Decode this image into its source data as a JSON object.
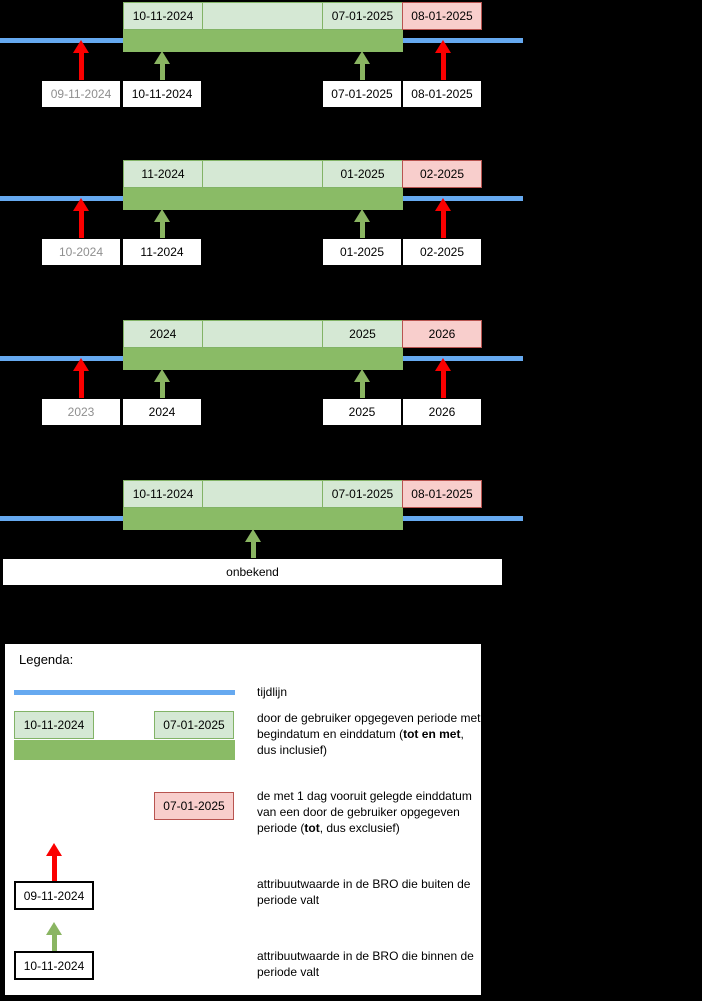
{
  "colors": {
    "background": "#000000",
    "timeline_blue": "#66a9f0",
    "period_box_fill": "#d5e8d4",
    "period_box_stroke": "#82b366",
    "period_bar_green": "#8abb66",
    "next_day_box_fill": "#f8cecc",
    "next_day_box_stroke": "#b85450",
    "arrow_outside_red": "#fb0000",
    "arrow_inside_green": "#8ab562",
    "outside_label_text": "#8f8f8f"
  },
  "diagrams": [
    {
      "period_start": "10-11-2024",
      "period_end": "07-01-2025",
      "period_end_next": "08-01-2025",
      "labels": {
        "before": "09-11-2024",
        "start": "10-11-2024",
        "end": "07-01-2025",
        "after": "08-01-2025"
      }
    },
    {
      "period_start": "11-2024",
      "period_end": "01-2025",
      "period_end_next": "02-2025",
      "labels": {
        "before": "10-2024",
        "start": "11-2024",
        "end": "01-2025",
        "after": "02-2025"
      }
    },
    {
      "period_start": "2024",
      "period_end": "2025",
      "period_end_next": "2026",
      "labels": {
        "before": "2023",
        "start": "2024",
        "end": "2025",
        "after": "2026"
      }
    },
    {
      "period_start": "10-11-2024",
      "period_end": "07-01-2025",
      "period_end_next": "08-01-2025",
      "unknown_label": "onbekend"
    }
  ],
  "legend": {
    "title": "Legenda:",
    "timeline_item": {
      "label": "tijdlijn"
    },
    "period_item": {
      "start": "10-11-2024",
      "end": "07-01-2025",
      "text": [
        "door de gebruiker opgegeven periode met begindatum en einddatum (",
        "tot en met",
        ", dus inclusief)"
      ]
    },
    "next_day_item": {
      "value": "07-01-2025",
      "text": [
        "de met 1 dag vooruit gelegde einddatum van een door de gebruiker opgegeven periode (",
        "tot",
        ", dus exclusief)"
      ]
    },
    "outside_item": {
      "value": "09-11-2024",
      "text": "attribuutwaarde in de BRO die buiten de periode valt"
    },
    "inside_item": {
      "value": "10-11-2024",
      "text": "attribuutwaarde in de BRO die binnen de periode valt"
    }
  }
}
